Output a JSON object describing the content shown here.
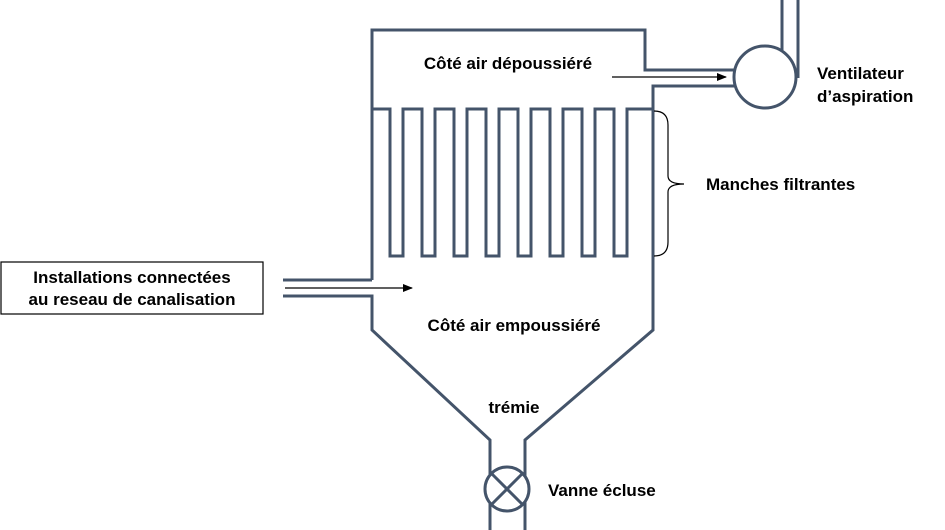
{
  "diagram": {
    "labels": {
      "clean_side": "Côté air dépoussiéré",
      "fan_line1": "Ventilateur",
      "fan_line2": "d’aspiration",
      "filter_bags": "Manches filtrantes",
      "inlet_line1": "Installations connectées",
      "inlet_line2": "au reseau de canalisation",
      "dusty_side": "Côté air empoussiéré",
      "hopper": "trémie",
      "valve": "Vanne écluse"
    },
    "colors": {
      "structure": "#44546a",
      "text": "#000000",
      "background": "#ffffff"
    }
  }
}
